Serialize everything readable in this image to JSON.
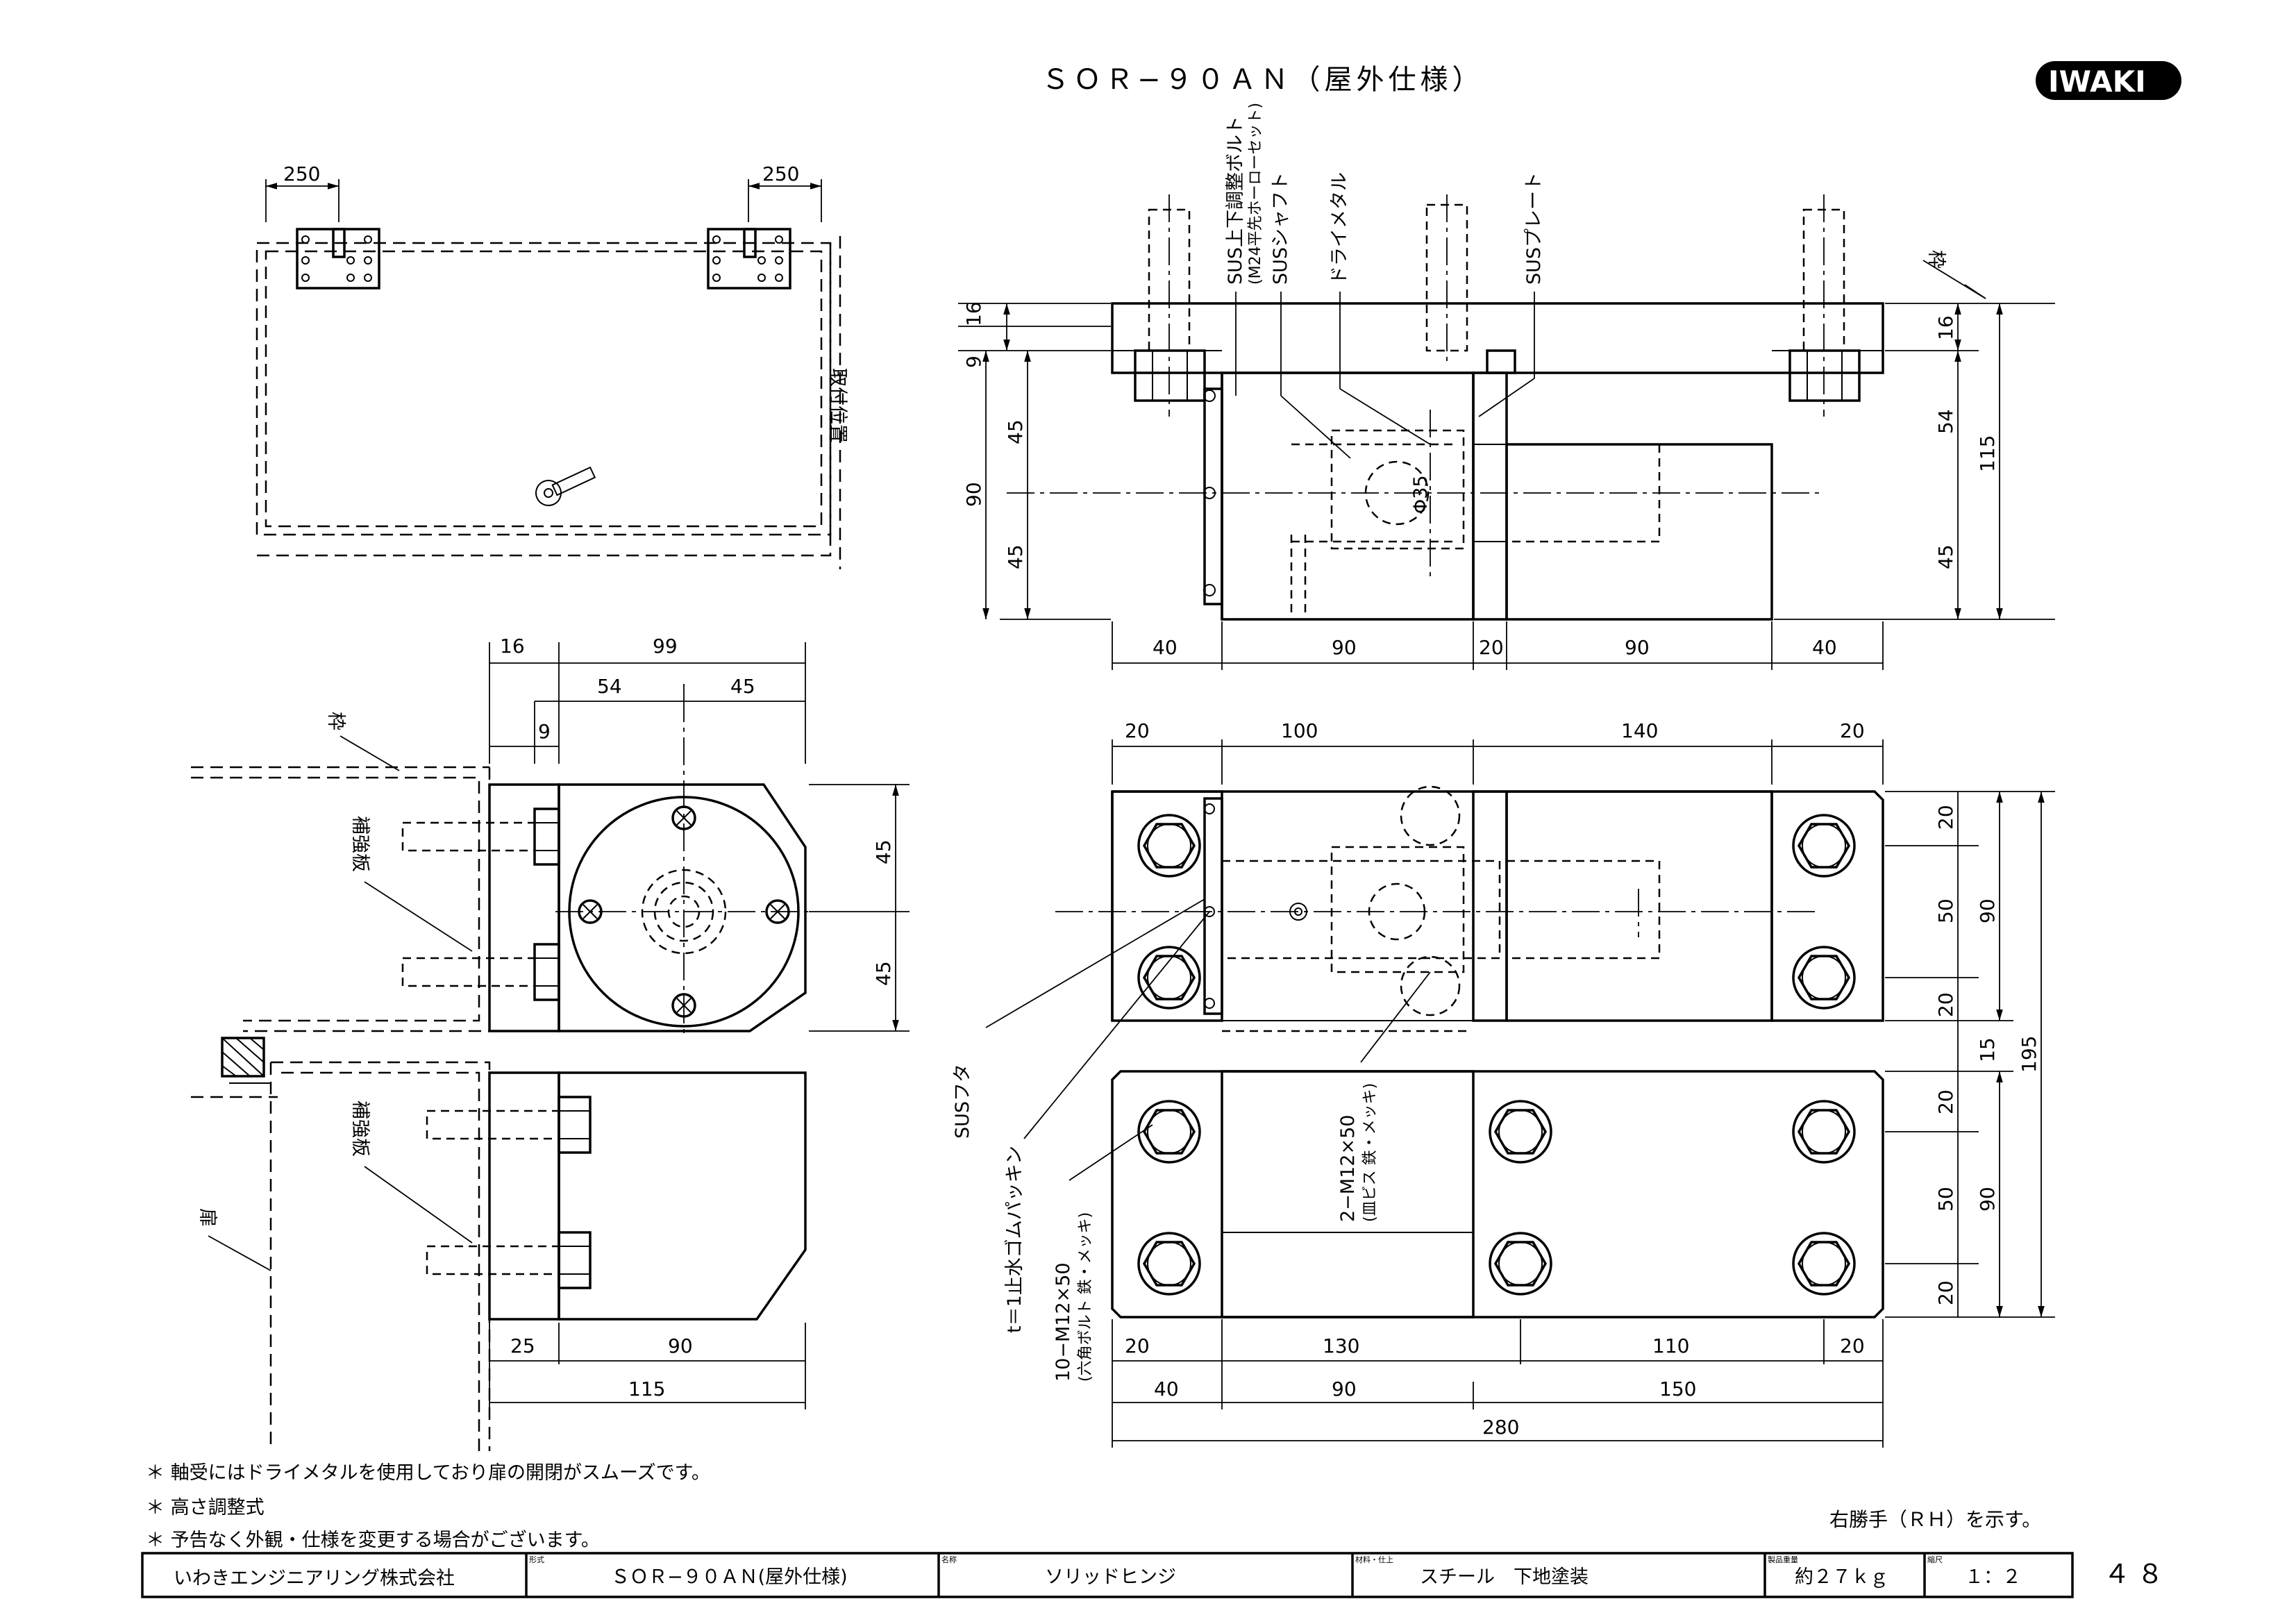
{
  "title": "ＳＯＲ−９０ＡＮ（屋外仕様）",
  "logo": "IWAKI",
  "labels": {
    "sus_bolt_1": "SUS上下調整ボルト",
    "sus_bolt_2": "(M24平先ホーローセット)",
    "sus_shaft": "SUSシャフト",
    "dry_metal": "ドライメタル",
    "sus_plate": "SUSプレート",
    "waku_right": "枠",
    "waku_left": "枠",
    "toritsuke": "取付位置",
    "hokyoban_1": "補強板",
    "hokyoban_2": "補強板",
    "tobira": "扉",
    "sus_futa": "SUSフタ",
    "packing": "t＝1止水ゴムパッキン",
    "bolt_1": "10−M12×50",
    "bolt_2": "(六角ボルト 鉄・メッキ)",
    "screw_1": "2−M12×50",
    "screw_2": "(皿ビス 鉄・メッキ)",
    "phi35": "Φ35",
    "right_hand": "右勝手（ＲＨ）を示す。"
  },
  "dims": {
    "top_250a": "250",
    "top_250b": "250",
    "fv_16": "16",
    "fv_9": "9",
    "fv_90": "90",
    "fv_45a": "45",
    "fv_45b": "45",
    "fv_r16": "16",
    "fv_r54": "54",
    "fv_r115": "115",
    "fv_r45": "45",
    "fv_b40a": "40",
    "fv_b90a": "90",
    "fv_b20": "20",
    "fv_b90b": "90",
    "fv_b40b": "40",
    "sv_16": "16",
    "sv_99": "99",
    "sv_54": "54",
    "sv_45": "45",
    "sv_9": "9",
    "sv_r45a": "45",
    "sv_r45b": "45",
    "sv_b25": "25",
    "sv_b90": "90",
    "sv_b115": "115",
    "pv_t20a": "20",
    "pv_t100": "100",
    "pv_t140": "140",
    "pv_t20b": "20",
    "pv_r20a": "20",
    "pv_r50a": "50",
    "pv_r20b": "20",
    "pv_r15": "15",
    "pv_r20c": "20",
    "pv_r50b": "50",
    "pv_r20d": "20",
    "pv_r90a": "90",
    "pv_r90b": "90",
    "pv_r195": "195",
    "pv_b20a": "20",
    "pv_b130": "130",
    "pv_b110": "110",
    "pv_b20b": "20",
    "pv_b40": "40",
    "pv_b90": "90",
    "pv_b150": "150",
    "pv_b280": "280"
  },
  "notes": [
    "＊ 軸受にはドライメタルを使用しており扉の開閉がスムーズです。",
    "＊ 高さ調整式",
    "＊ 予告なく外観・仕様を変更する場合がございます。"
  ],
  "title_block": {
    "company": "いわきエンジニアリング株式会社",
    "model_caption": "形式",
    "model": "ＳＯＲ−９０ＡＮ(屋外仕様)",
    "name_caption": "名称",
    "name": "ソリッドヒンジ",
    "material_caption": "材料・仕上",
    "material": "スチール　下地塗装",
    "weight_caption": "製品重量",
    "weight": "約２７ｋｇ",
    "scale_caption": "縮尺",
    "scale": "１：２"
  },
  "page_number": "４８"
}
